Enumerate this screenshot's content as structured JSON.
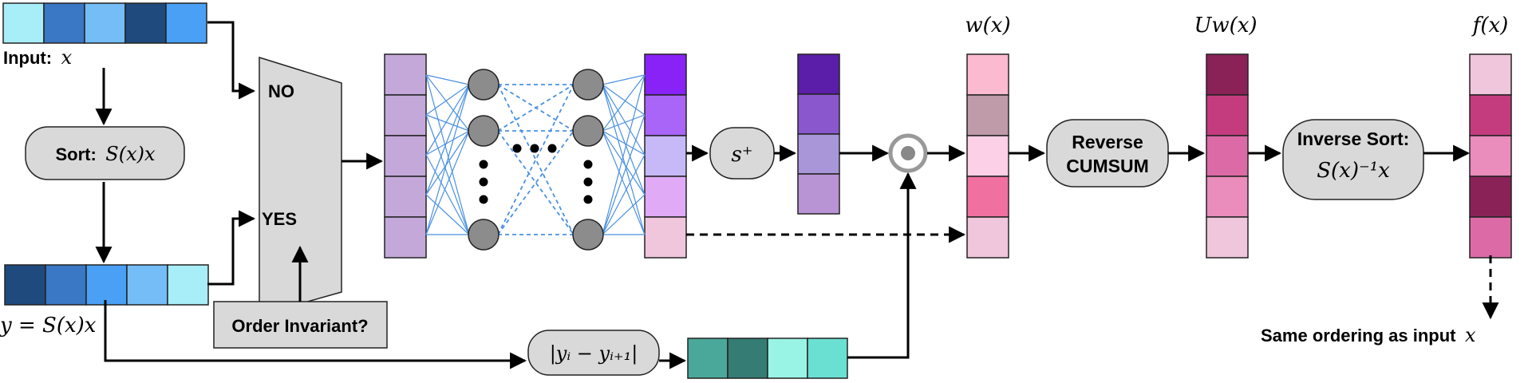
{
  "labels": {
    "input_prefix": "Input:",
    "input_var": "x",
    "sort_prefix": "Sort:",
    "sort_expr": "S(x)x",
    "y_def": "y = S(x)x",
    "no": "NO",
    "yes": "YES",
    "order_invariant": "Order Invariant?",
    "s_plus": "s⁺",
    "diff": "|yᵢ − yᵢ₊₁|",
    "w_title": "w(x)",
    "uw_title": "Uw(x)",
    "f_title": "f(x)",
    "reverse_line1": "Reverse",
    "reverse_line2": "CUMSUM",
    "inverse_line1": "Inverse Sort:",
    "inverse_line2": "S(x)⁻¹x",
    "same_ordering": "Same ordering as input",
    "same_ordering_var": "x"
  },
  "colors": {
    "input": [
      "#a8eef8",
      "#3a77c4",
      "#74bdf7",
      "#1e4a7e",
      "#4aa0f5"
    ],
    "sorted": [
      "#1e4a7e",
      "#3a77c4",
      "#4aa0f5",
      "#74bdf7",
      "#a8eef8"
    ],
    "nn_in": [
      "#c4a8da",
      "#c4a8da",
      "#c4a8da",
      "#c4a8da",
      "#c4a8da"
    ],
    "nn_out": [
      "#8822f7",
      "#a865f7",
      "#c7b8f7",
      "#e0aaf7",
      "#f0c6dc"
    ],
    "s_out": [
      "#5a1ea8",
      "#8a58cc",
      "#a896d8",
      "#b894d4"
    ],
    "w": [
      "#fcbad0",
      "#bf9aa8",
      "#fcd0e6",
      "#f071a0",
      "#f0c6dc"
    ],
    "uw": [
      "#8a2258",
      "#c43c7e",
      "#dc6aa6",
      "#ea8cbc",
      "#f0c6dc"
    ],
    "f": [
      "#f0c6dc",
      "#c43c7e",
      "#ea8cbc",
      "#8a2258",
      "#dc6aa6"
    ],
    "diff": [
      "#4aa89a",
      "#357c74",
      "#9af4e6",
      "#6ae0d2"
    ],
    "node": "#8c8c8c",
    "box": "#d9d9d9",
    "nn_link": "#4a90e2"
  }
}
